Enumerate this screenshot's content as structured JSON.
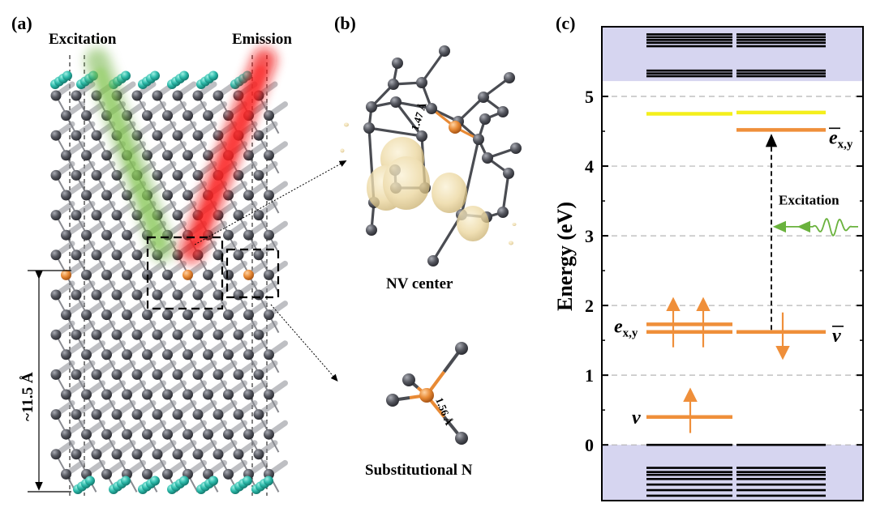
{
  "panels": {
    "a": {
      "label": "(a)",
      "excitation": "Excitation",
      "emission": "Emission",
      "thickness": "~11.5 Å"
    },
    "b": {
      "label": "(b)",
      "bond_nv": "1.47 Å",
      "nv_caption": "NV center",
      "bond_subn": "1.56 Å",
      "subn_caption": "Substitutional N"
    },
    "c": {
      "label": "(c)",
      "excitation": "Excitation",
      "ylabel": "Energy (eV)",
      "yticks": [
        "0",
        "1",
        "2",
        "3",
        "4",
        "5"
      ],
      "levels": {
        "ebar_main": "e",
        "ebar_sub": "x,y",
        "e_main": "e",
        "e_sub": "x,y",
        "vbar": "v",
        "v": "v"
      }
    }
  },
  "colors": {
    "carbon": "#55575f",
    "nitrogen": "#e88a35",
    "hydrogen": "#2bb9a9",
    "band": "#d6d5f0",
    "defect_level": "#ef8f3a",
    "empty_level": "#f4ef1c",
    "excitation_arrow": "#6ab23d",
    "orbital": "#efdcaa"
  },
  "chart_data": {
    "type": "energy-level-diagram",
    "ylabel": "Energy (eV)",
    "ylim": [
      -0.8,
      6.0
    ],
    "yticks": [
      0,
      1,
      2,
      3,
      4,
      5
    ],
    "valence_band_top": 0,
    "conduction_band_bottom": 5.22,
    "levels": [
      {
        "label": "v",
        "energy": 0.4,
        "spin_channel": "up",
        "occupation": "1 up"
      },
      {
        "label": "e_x,y",
        "energy": 1.65,
        "spin_channel": "up",
        "occupation": "2 up"
      },
      {
        "label": "v-bar",
        "energy": 1.62,
        "spin_channel": "down",
        "occupation": "1 down"
      },
      {
        "label": "e-bar_x,y",
        "energy": 4.52,
        "spin_channel": "down",
        "occupation": "empty"
      },
      {
        "label": "",
        "energy": 4.75,
        "spin_channel": "both",
        "occupation": "empty"
      }
    ],
    "transition": {
      "from": 1.62,
      "to": 4.52,
      "label": "Excitation"
    }
  }
}
